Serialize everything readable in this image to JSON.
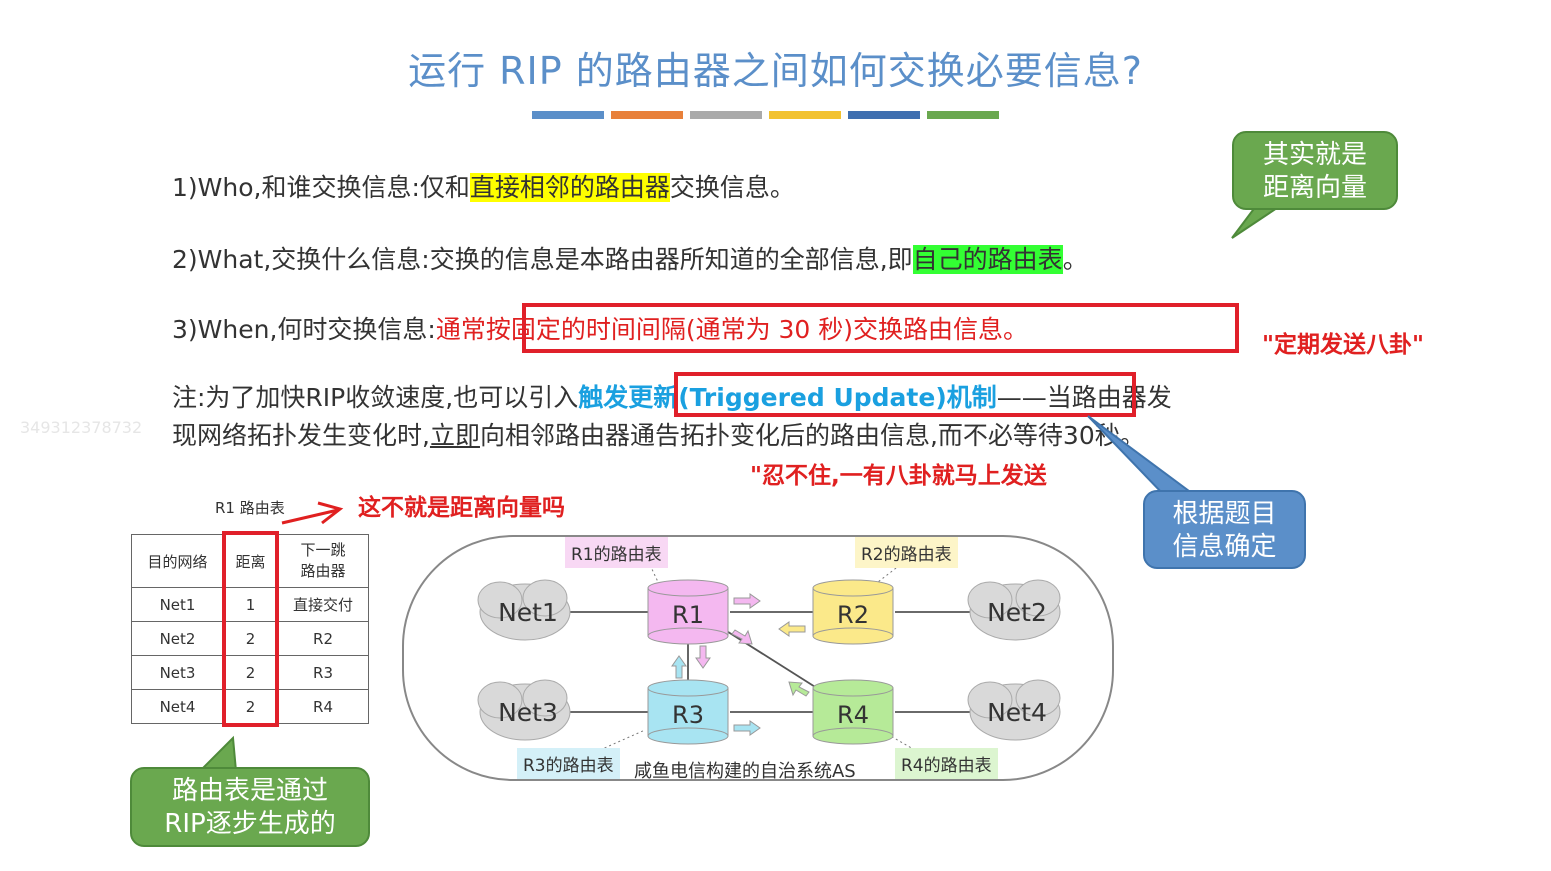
{
  "title": "运行 RIP 的路由器之间如何交换必要信息?",
  "title_bar_colors": [
    "#5b8fc9",
    "#e8803a",
    "#aaaaaa",
    "#f2c230",
    "#3f6fb0",
    "#6aa84f"
  ],
  "line1": {
    "prefix": "1)Who,和谁交换信息:仅和",
    "highlight": "直接相邻的路由器",
    "suffix": "交换信息。"
  },
  "line2": {
    "prefix": "2)What,交换什么信息:交换的信息是本路由器所知道的全部信息,即",
    "highlight": "自己的路由表",
    "suffix": "。"
  },
  "line3": {
    "prefix": "3)When,何时交换信息:",
    "boxed": "通常按固定的时间间隔(通常为 30 秒)交换路由信息。"
  },
  "note": {
    "prefix": "注:为了加快RIP收敛速度,也可以引入",
    "highlight": "触发更新(Triggered Update)机制",
    "suffix": "——当路由器发",
    "line2_a": "现网络拓扑发生变化时,",
    "line2_under": "立即",
    "line2_b": "向相邻路由器通告拓扑变化后的路由信息,而不必等待30秒。"
  },
  "watermark": "349312378732",
  "callouts": {
    "distance_vector": "其实就是\n距离向量",
    "by_question": "根据题目\n信息确定",
    "rip_generated": "路由表是通过\nRIP逐步生成的"
  },
  "red_notes": {
    "periodic": "\"定期发送八卦\"",
    "triggered": "\"忍不住,一有八卦就马上发送",
    "is_distance_vector": "这不就是距离向量吗"
  },
  "routing_table": {
    "caption": "R1 路由表",
    "headers": [
      "目的网络",
      "距离",
      "下一跳\n路由器"
    ],
    "rows": [
      [
        "Net1",
        "1",
        "直接交付"
      ],
      [
        "Net2",
        "2",
        "R2"
      ],
      [
        "Net3",
        "2",
        "R3"
      ],
      [
        "Net4",
        "2",
        "R4"
      ]
    ]
  },
  "diagram": {
    "as_label": "咸鱼电信构建的自治系统AS",
    "tables": {
      "r1": "R1的路由表",
      "r2": "R2的路由表",
      "r3": "R3的路由表",
      "r4": "R4的路由表"
    },
    "routers": {
      "r1": "R1",
      "r2": "R2",
      "r3": "R3",
      "r4": "R4"
    },
    "nets": {
      "net1": "Net1",
      "net2": "Net2",
      "net3": "Net3",
      "net4": "Net4"
    },
    "colors": {
      "r1": "#f4b8f0",
      "r2": "#fbe98a",
      "r3": "#a8e4f2",
      "r4": "#b6ea98",
      "cloud": "#d9d9d9"
    }
  }
}
